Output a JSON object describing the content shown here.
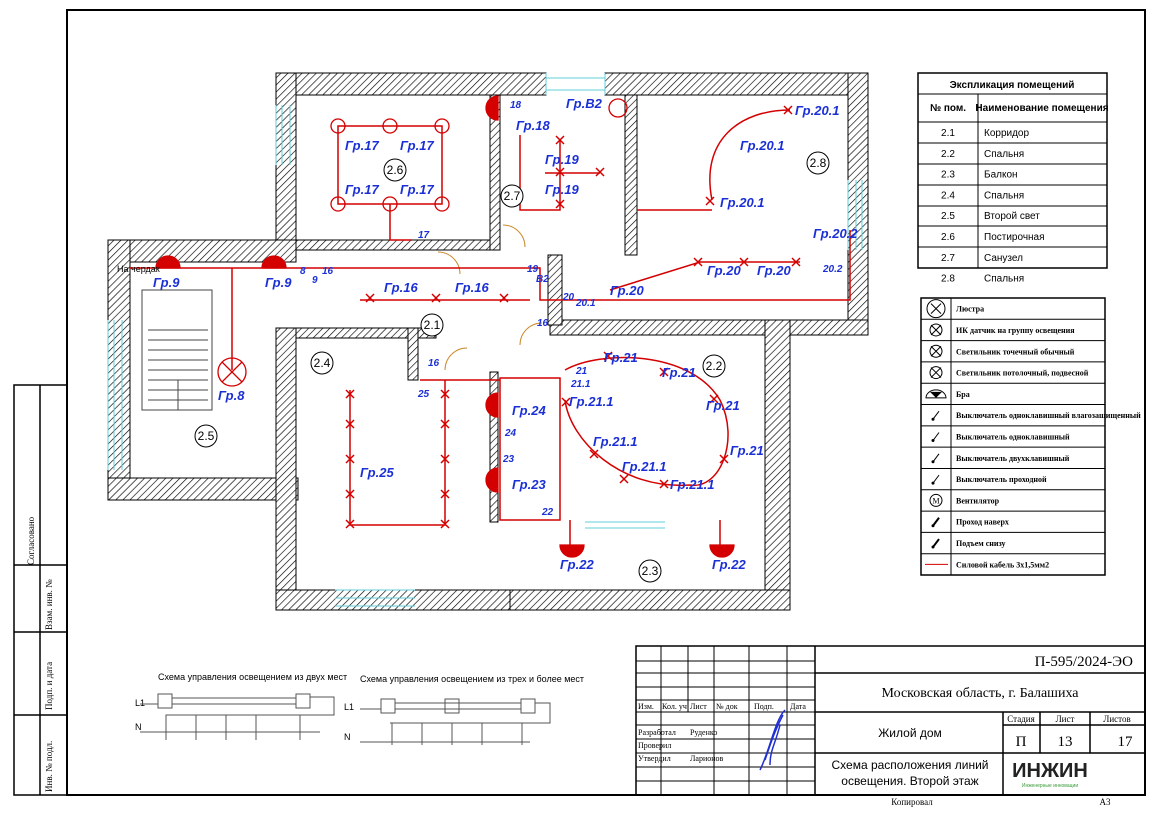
{
  "plan": {
    "rooms": [
      "2.1",
      "2.2",
      "2.3",
      "2.4",
      "2.5",
      "2.6",
      "2.7",
      "2.8"
    ],
    "groups": {
      "g17": "Гр.17",
      "g18": "Гр.18",
      "gv2": "Гр.В2",
      "g19": "Гр.19",
      "g201": "Гр.20.1",
      "g202": "Гр.20.2",
      "g20": "Гр.20",
      "g9": "Гр.9",
      "g16": "Гр.16",
      "g8": "Гр.8",
      "g25": "Гр.25",
      "g24": "Гр.24",
      "g23": "Гр.23",
      "g22": "Гр.22",
      "g21": "Гр.21",
      "g211": "Гр.21.1"
    },
    "switch_marks": {
      "s17": "17",
      "s18": "18",
      "s19": "19",
      "b2": "В2",
      "s20": "20",
      "s201": "20.1",
      "s202": "20.2",
      "s16": "16",
      "s8": "8",
      "s9": "9",
      "s25": "25",
      "s24": "24",
      "s23": "23",
      "s22": "22",
      "s21": "21",
      "s211": "21.1"
    },
    "attic": "На чердак"
  },
  "explication": {
    "title": "Экспликация помещений",
    "col_num": "№ пом.",
    "col_name": "Наименование помещения",
    "rows": [
      {
        "num": "2.1",
        "name": "Корридор"
      },
      {
        "num": "2.2",
        "name": "Спальня"
      },
      {
        "num": "2.3",
        "name": "Балкон"
      },
      {
        "num": "2.4",
        "name": "Спальня"
      },
      {
        "num": "2.5",
        "name": "Второй свет"
      },
      {
        "num": "2.6",
        "name": "Постирочная"
      },
      {
        "num": "2.7",
        "name": "Санузел"
      },
      {
        "num": "2.8",
        "name": "Спальня"
      }
    ]
  },
  "legend": [
    {
      "icon": "chandelier-icon",
      "label": "Люстра"
    },
    {
      "icon": "ir-sensor-icon",
      "label": "ИК датчик на группу освещения"
    },
    {
      "icon": "spot-light-icon",
      "label": "Светильник точечный обычный"
    },
    {
      "icon": "ceiling-light-icon",
      "label": "Светильник потолочный, подвесной"
    },
    {
      "icon": "sconce-icon",
      "label": "Бра"
    },
    {
      "icon": "waterproof-switch-icon",
      "label": "Выключатель одноклавишный влагозащищенный"
    },
    {
      "icon": "single-switch-icon",
      "label": "Выключатель одноклавишный"
    },
    {
      "icon": "double-switch-icon",
      "label": "Выключатель двухклавишный"
    },
    {
      "icon": "passthrough-switch-icon",
      "label": "Выключатель проходной"
    },
    {
      "icon": "fan-icon",
      "label": "Вентилятор"
    },
    {
      "icon": "pass-up-icon",
      "label": "Проход наверх"
    },
    {
      "icon": "rise-from-below-icon",
      "label": "Подъем снизу"
    },
    {
      "icon": "cable-icon",
      "label": "Силовой кабель 3х1,5мм2"
    }
  ],
  "schemes": {
    "two": "Схема управления освещением из двух мест",
    "three": "Схема управления освещением из трех и более мест",
    "l1": "L1",
    "n": "N"
  },
  "stamp": {
    "code": "П-595/2024-ЭО",
    "location": "Московская область, г. Балашиха",
    "object": "Жилой дом",
    "sheet_title_1": "Схема расположения линий",
    "sheet_title_2": "освещения. Второй этаж",
    "hdr": [
      "Изм.",
      "Кол. уч",
      "Лист",
      "№ док",
      "Подп.",
      "Дата"
    ],
    "roles": [
      {
        "role": "Разработал",
        "name": "Руденко"
      },
      {
        "role": "Проверил",
        "name": ""
      },
      {
        "role": "Утвердил",
        "name": "Ларионов"
      }
    ],
    "stage_label": "Стадия",
    "sheet_label": "Лист",
    "sheets_label": "Листов",
    "stage": "П",
    "sheet": "13",
    "sheets": "17",
    "logo": "ИНЖИН",
    "logo_sub": "Инженерные инновации",
    "copied": "Копировал",
    "format": "А3"
  },
  "left_strip": [
    "Согласовано",
    "Взам. инв. №",
    "Подп. и дата",
    "Инв. № подл."
  ],
  "colors": {
    "wire": "#d40000",
    "label": "#1a2fd6",
    "window": "#5fd0d8"
  }
}
